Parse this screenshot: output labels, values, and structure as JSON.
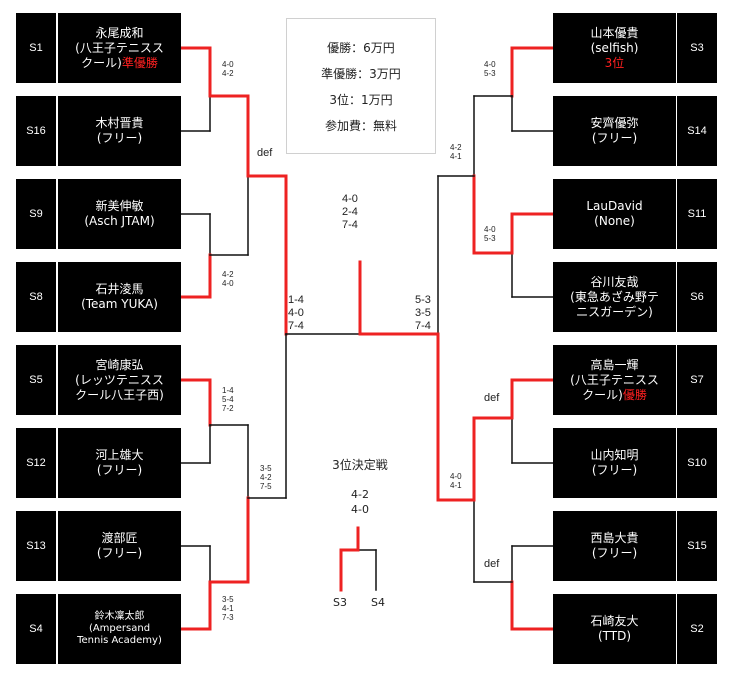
{
  "prizes": [
    "優勝：6万円",
    "準優勝：3万円",
    "3位：1万円",
    "参加費：無料"
  ],
  "left_entries": [
    {
      "seed": "S1",
      "line1": "永尾成和",
      "line2": "(八王子テニスス",
      "line3": "クール)",
      "badge": "準優勝"
    },
    {
      "seed": "S16",
      "line1": "木村晋貴",
      "line2": "(フリー)",
      "line3": "",
      "badge": ""
    },
    {
      "seed": "S9",
      "line1": "新美伸敏",
      "line2": "(Asch JTAM)",
      "line3": "",
      "badge": ""
    },
    {
      "seed": "S8",
      "line1": "石井淩馬",
      "line2": "(Team YUKA)",
      "line3": "",
      "badge": ""
    },
    {
      "seed": "S5",
      "line1": "宮崎康弘",
      "line2": "(レッツテニスス",
      "line3": "クール八王子西)",
      "badge": ""
    },
    {
      "seed": "S12",
      "line1": "河上雄大",
      "line2": "(フリー)",
      "line3": "",
      "badge": ""
    },
    {
      "seed": "S13",
      "line1": "渡部匠",
      "line2": "(フリー)",
      "line3": "",
      "badge": ""
    },
    {
      "seed": "S4",
      "line1": "鈴木凜太郎",
      "line2": "(Ampersand",
      "line3": "Tennis Academy)",
      "badge": ""
    }
  ],
  "right_entries": [
    {
      "seed": "S3",
      "line1": "山本優貴",
      "line2": "(selfish)",
      "line3": "",
      "badge": "3位"
    },
    {
      "seed": "S14",
      "line1": "安齊優弥",
      "line2": "(フリー)",
      "line3": "",
      "badge": ""
    },
    {
      "seed": "S11",
      "line1": "LauDavid",
      "line2": "(None)",
      "line3": "",
      "badge": ""
    },
    {
      "seed": "S6",
      "line1": "谷川友哉",
      "line2": "(東急あざみ野テ",
      "line3": "ニスガーデン)",
      "badge": ""
    },
    {
      "seed": "S7",
      "line1": "高島一輝",
      "line2": "(八王子テニスス",
      "line3": "クール)",
      "badge": "優勝"
    },
    {
      "seed": "S10",
      "line1": "山内知明",
      "line2": "(フリー)",
      "line3": "",
      "badge": ""
    },
    {
      "seed": "S15",
      "line1": "西島大貴",
      "line2": "(フリー)",
      "line3": "",
      "badge": ""
    },
    {
      "seed": "S2",
      "line1": "石崎友大",
      "line2": "(TTD)",
      "line3": "",
      "badge": ""
    }
  ],
  "scores": {
    "l_r1_1": [
      "4-0",
      "4-2"
    ],
    "l_r1_2": [
      "4-2",
      "4-0"
    ],
    "l_r1_3": [
      "1-4",
      "5-4",
      "7-2"
    ],
    "l_r1_4": [
      "3-5",
      "4-1",
      "7-3"
    ],
    "l_qf_1": "def",
    "l_qf_2": [
      "3-5",
      "4-2",
      "7-5"
    ],
    "l_sf": [
      "1-4",
      "4-0",
      "7-4"
    ],
    "r_r1_1": [
      "4-0",
      "5-3"
    ],
    "r_r1_2": [
      "4-0",
      "5-3"
    ],
    "r_r1_3": "def",
    "r_r1_4": "def",
    "r_qf_1": [
      "4-2",
      "4-1"
    ],
    "r_qf_2": [
      "4-0",
      "4-1"
    ],
    "r_sf": [
      "5-3",
      "3-5",
      "7-4"
    ],
    "final": [
      "4-0",
      "2-4",
      "7-4"
    ]
  },
  "third_place": {
    "title": "3位決定戦",
    "scores": [
      "4-2",
      "4-0"
    ],
    "left_label": "S3",
    "right_label": "S4"
  },
  "colors": {
    "winner_line": "#ee2222",
    "loser_line": "#111111",
    "box": "#000000",
    "badge": "#ff2020"
  }
}
